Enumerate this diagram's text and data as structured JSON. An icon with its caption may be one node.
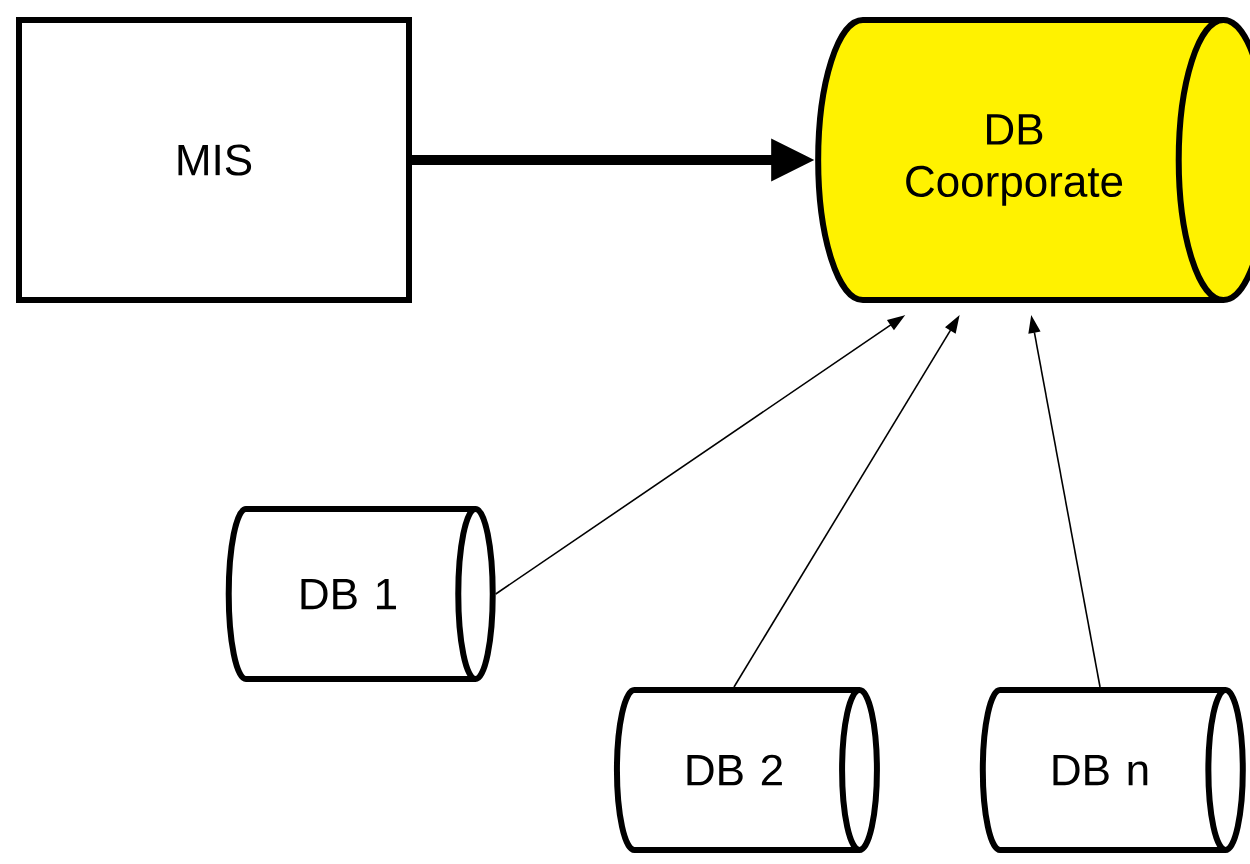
{
  "diagram": {
    "nodes": [
      {
        "text": [
          "MIS"
        ]
      },
      {
        "text": [
          "DB Coorporate"
        ]
      },
      {
        "text": [
          "DB 1"
        ]
      },
      {
        "text": [
          "DB 2"
        ]
      },
      {
        "text": [
          "DB n"
        ]
      }
    ],
    "edges": [
      {
        "from": 0,
        "to": 1,
        "arrow": "to",
        "style": "thick"
      },
      {
        "from": 2,
        "to": 1,
        "arrow": "to"
      },
      {
        "from": 3,
        "to": 1,
        "arrow": "to"
      },
      {
        "from": 4,
        "to": 1,
        "arrow": "to"
      }
    ]
  }
}
